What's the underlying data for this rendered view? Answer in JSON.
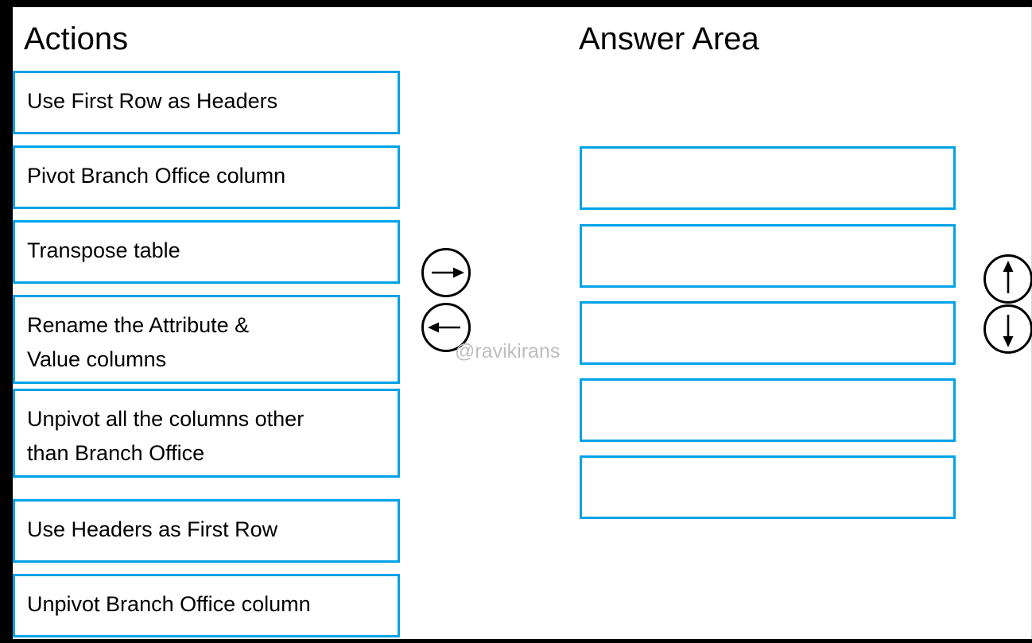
{
  "columns": {
    "actions_heading": "Actions",
    "answer_heading": "Answer Area"
  },
  "actions": [
    {
      "id": "use-first-row-as-headers",
      "label": "Use First Row as Headers",
      "lines": 1
    },
    {
      "id": "pivot-branch-office-column",
      "label": "Pivot Branch Office column",
      "lines": 1
    },
    {
      "id": "transpose-table",
      "label": "Transpose table",
      "lines": 1
    },
    {
      "id": "rename-attribute-value",
      "label": "Rename the Attribute &\nValue columns",
      "lines": 2
    },
    {
      "id": "unpivot-all-other-columns",
      "label": "Unpivot all the columns other\nthan Branch Office",
      "lines": 2
    },
    {
      "id": "use-headers-as-first-row",
      "label": "Use Headers as First Row",
      "lines": 1
    },
    {
      "id": "unpivot-branch-office-column",
      "label": "Unpivot Branch Office column",
      "lines": 1
    }
  ],
  "answer_slots": [
    {
      "id": "answer-slot-1",
      "value": ""
    },
    {
      "id": "answer-slot-2",
      "value": ""
    },
    {
      "id": "answer-slot-3",
      "value": ""
    },
    {
      "id": "answer-slot-4",
      "value": ""
    },
    {
      "id": "answer-slot-5",
      "value": ""
    }
  ],
  "controls": {
    "move_right": "move-right-arrow-icon",
    "move_left": "move-left-arrow-icon",
    "move_up": "move-up-arrow-icon",
    "move_down": "move-down-arrow-icon"
  },
  "watermark": "@ravikirans",
  "colors": {
    "accent_blue": "#00A2E8",
    "frame_black": "#000000",
    "watermark_gray": "#BEBEBE",
    "canvas_white": "#FFFFFF"
  }
}
